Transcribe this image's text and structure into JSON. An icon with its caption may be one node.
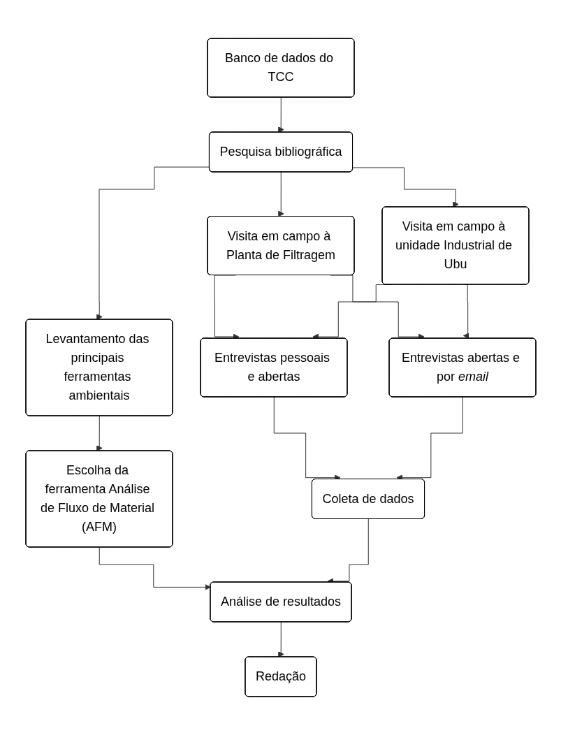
{
  "diagram": {
    "nodes": [
      {
        "text": [
          "Banco de dados do TCC"
        ]
      },
      {
        "text": [
          "Pesquisa bibliográfica"
        ]
      },
      {
        "text": [
          "Visita em campo à Planta de Filtragem"
        ]
      },
      {
        "text": [
          "Visita em campo à unidade Industrial de Ubu"
        ]
      },
      {
        "text": [
          "Levantamento das principais ferramentas ambientais"
        ]
      },
      {
        "text": [
          "Entrevistas pessoais e abertas"
        ]
      },
      {
        "text": [
          "Entrevistas abertas e por *email*"
        ]
      },
      {
        "text": [
          "Escolha da ferramenta Análise de Fluxo de Material (AFM)"
        ]
      },
      {
        "text": [
          "Coleta de dados"
        ]
      },
      {
        "text": [
          "Análise de resultados"
        ]
      },
      {
        "text": [
          "Redação"
        ]
      }
    ],
    "edges": [
      {
        "from": 0,
        "to": 1,
        "arrow": "to"
      },
      {
        "from": 1,
        "to": 2,
        "arrow": "to"
      },
      {
        "from": 1,
        "to": 3,
        "arrow": "to"
      },
      {
        "from": 1,
        "to": 4,
        "arrow": "to"
      },
      {
        "from": 2,
        "to": 5,
        "arrow": "to"
      },
      {
        "from": 2,
        "to": 6,
        "arrow": "to"
      },
      {
        "from": 3,
        "to": 5,
        "arrow": "to"
      },
      {
        "from": 3,
        "to": 6,
        "arrow": "to"
      },
      {
        "from": 4,
        "to": 7,
        "arrow": "to"
      },
      {
        "from": 5,
        "to": 8,
        "arrow": "to"
      },
      {
        "from": 6,
        "to": 8,
        "arrow": "to"
      },
      {
        "from": 7,
        "to": 9,
        "arrow": "to"
      },
      {
        "from": 8,
        "to": 9,
        "arrow": "to"
      },
      {
        "from": 9,
        "to": 10,
        "arrow": "to"
      }
    ]
  }
}
